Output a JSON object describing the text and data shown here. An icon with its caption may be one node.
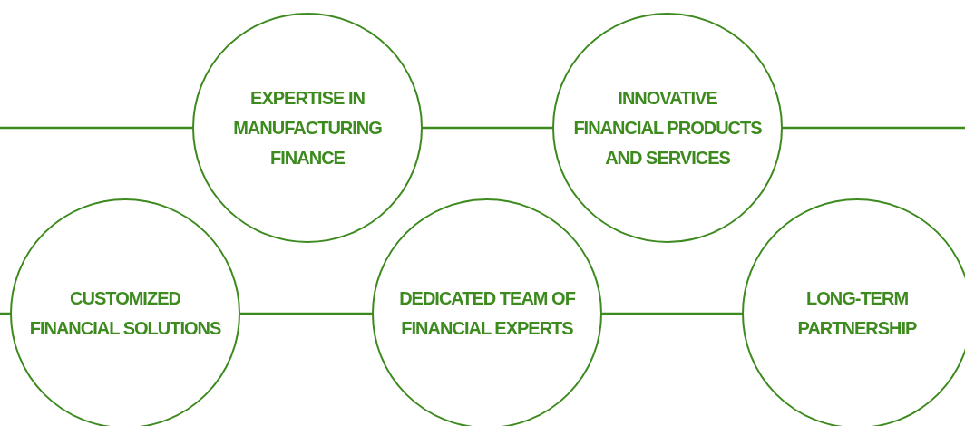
{
  "diagram": {
    "nodes": [
      {
        "text": [
          "EXPERTISE IN MANUFACTURING FINANCE"
        ]
      },
      {
        "text": [
          "INNOVATIVE FINANCIAL PRODUCTS AND SERVICES"
        ]
      },
      {
        "text": [
          "CUSTOMIZED FINANCIAL SOLUTIONS"
        ]
      },
      {
        "text": [
          "DEDICATED TEAM OF FINANCIAL EXPERTS"
        ]
      },
      {
        "text": [
          "LONG-TERM PARTNERSHIP"
        ]
      }
    ],
    "edges": [
      {
        "from": null,
        "to": 0,
        "arrow": "none"
      },
      {
        "from": 0,
        "to": 1,
        "arrow": "none"
      },
      {
        "from": 1,
        "to": null,
        "arrow": "none"
      },
      {
        "from": null,
        "to": 2,
        "arrow": "none"
      },
      {
        "from": 2,
        "to": 3,
        "arrow": "none"
      },
      {
        "from": 3,
        "to": 4,
        "arrow": "none"
      }
    ]
  }
}
